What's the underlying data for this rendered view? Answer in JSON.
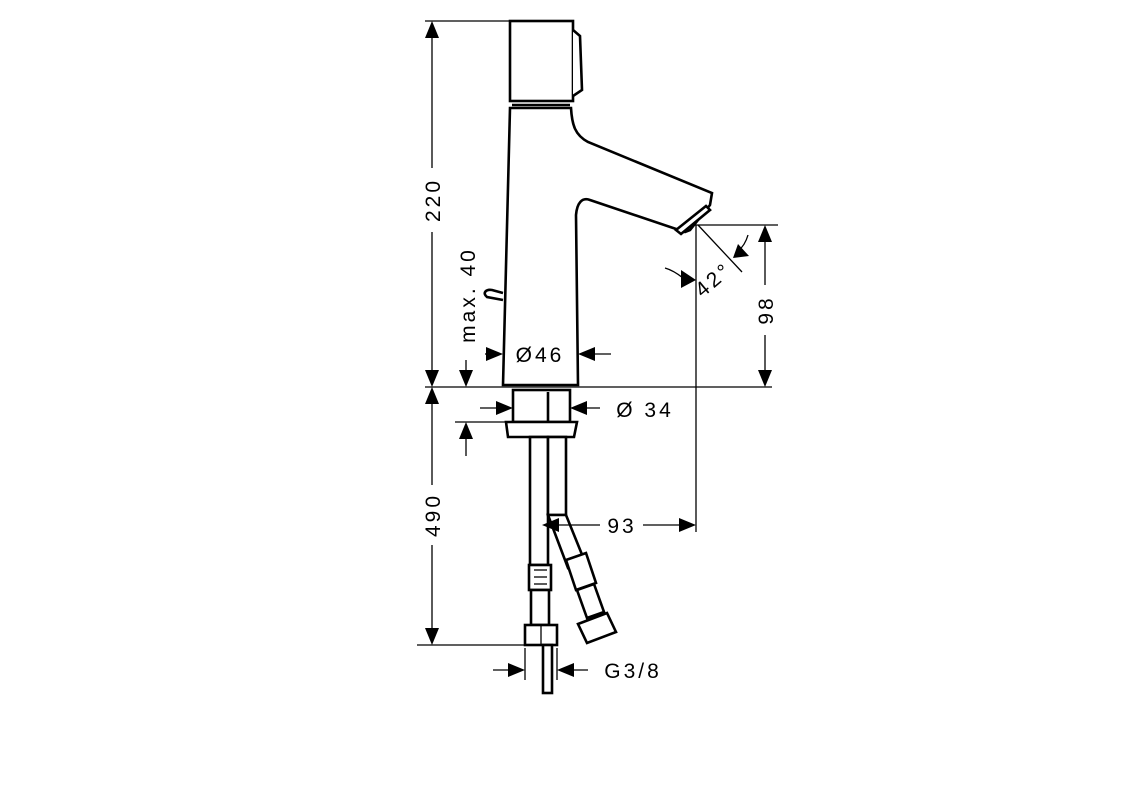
{
  "drawing": {
    "dimensions": {
      "total_height": "220",
      "max_deck_thickness": "max. 40",
      "body_diameter": "Ø46",
      "spout_height": "98",
      "spray_angle": "42°",
      "shank_diameter": "Ø 34",
      "hose_length": "490",
      "spout_reach": "93",
      "connection_thread": "G3/8"
    },
    "line_color": "#000000",
    "background_color": "#ffffff"
  }
}
